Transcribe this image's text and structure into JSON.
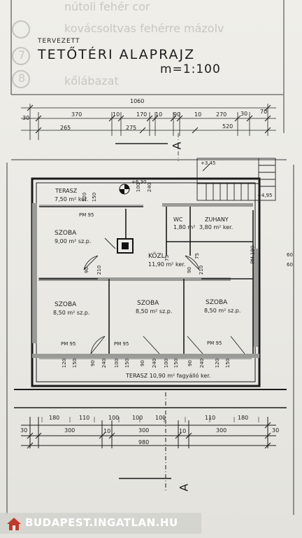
{
  "ghost_text": {
    "line1": "nútoli fehér cor",
    "line2": "kovácsoltvas fehérre mázolv",
    "line3": "kőlábazat",
    "num7": "7",
    "num8": "8"
  },
  "title": {
    "subtitle": "TERVEZETT",
    "main": "TETŐTÉRI ALAPRAJZ",
    "scale": "m=1:100"
  },
  "top_dims": {
    "overall": "1060",
    "row1": [
      "30",
      "370",
      "10",
      "170",
      "10",
      "90",
      "10",
      "270",
      "30",
      "70"
    ],
    "row2": [
      "265",
      "275",
      "520"
    ]
  },
  "section_marker": "A",
  "levels": {
    "stair": "+3,45",
    "terrace": "+6,30",
    "right": "+4,95"
  },
  "rooms": {
    "terasz_top_name": "TERASZ",
    "terasz_top_area": "7,50 m² ker.",
    "szoba1_name": "SZOBA",
    "szoba1_area": "9,00 m² sz.p.",
    "wc_name": "WC",
    "wc_area": "1,80 m²",
    "zuhany_name": "ZUHANY",
    "zuhany_area": "3,80 m² ker.",
    "kozl_name": "KÖZL",
    "kozl_area": "11,90 m² ker.",
    "szoba2_name": "SZOBA",
    "szoba2_area": "8,50 m² sz.p.",
    "szoba3_name": "SZOBA",
    "szoba3_area": "8,50 m² sz.p.",
    "szoba4_name": "SZOBA",
    "szoba4_area": "8,50 m² sz.p.",
    "terasz_bottom": "TERASZ 10,90 m² fagyálló ker."
  },
  "openings": {
    "pm95": "PM 95",
    "pm190": "PM 190",
    "d100": "100",
    "d240": "240",
    "d120": "120",
    "d150": "150",
    "d90": "90",
    "d210": "210",
    "d75": "75",
    "d60": "60"
  },
  "bottom_dims": {
    "row1": [
      "180",
      "110",
      "100",
      "100",
      "100",
      "110",
      "180"
    ],
    "row2": [
      "30",
      "300",
      "10",
      "300",
      "10",
      "300",
      "30"
    ],
    "overall": "980"
  },
  "watermark": "BUDAPEST.INGATLAN.HU"
}
